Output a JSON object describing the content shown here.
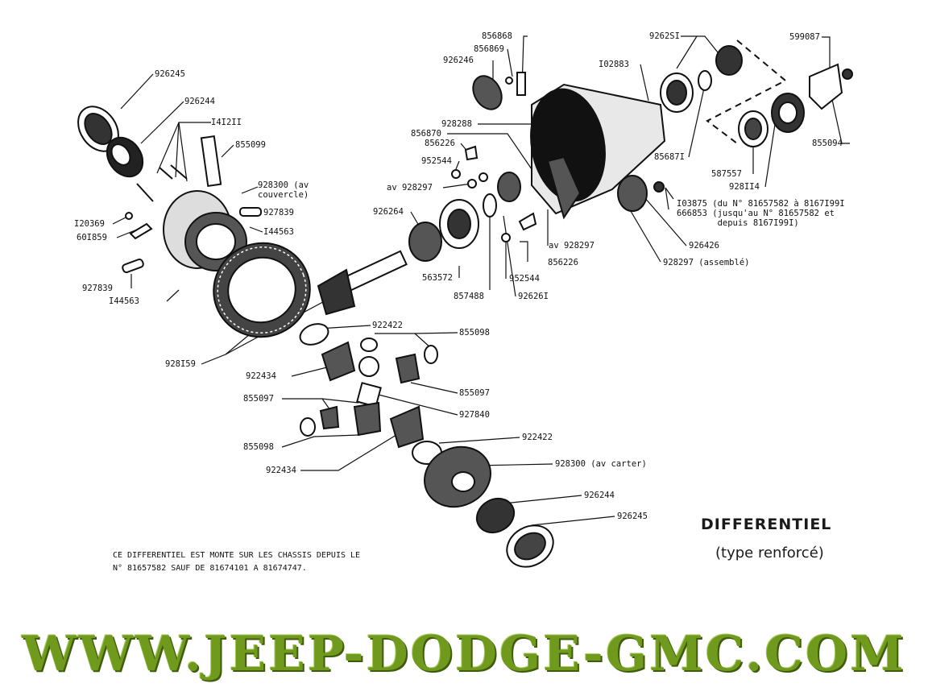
{
  "title": "DIFFERENTIEL",
  "subtitle": "(type renforcé)",
  "note_lines": [
    "CE DIFFERENTIEL EST MONTE SUR LES CHASSIS DEPUIS LE",
    "N° 81657582 SAUF DE 81674101 A 81674747."
  ],
  "banner": "WWW.JEEP-DODGE-GMC.COM",
  "colors": {
    "banner": "#6f9a1e",
    "ink": "#111111"
  },
  "labels": {
    "l926245a": "926245",
    "l926244a": "926244",
    "l141211": "I4I2II",
    "l855099": "855099",
    "l928300cov": "928300 (av\ncouvercle)",
    "l120369": "I20369",
    "l601859": "60I859",
    "l927839a": "927839",
    "l144563a": "I44563",
    "l927839b": "927839",
    "l144563b": "I44563",
    "l928159": "928I59",
    "l922422a": "922422",
    "l855098a": "855098",
    "l922434a": "922434",
    "l855097a": "855097",
    "l855097b": "855097",
    "l927840": "927840",
    "l855098b": "855098",
    "l922434b": "922434",
    "l922422b": "922422",
    "l928300cart": "928300 (av carter)",
    "l926244b": "926244",
    "l926245b": "926245",
    "l856868": "856868",
    "l856869": "856869",
    "l926246": "926246",
    "l928288": "928288",
    "l856870": "856870",
    "l856226a": "856226",
    "l952544a": "952544",
    "l928297av": "av 928297",
    "l926264": "926264",
    "l563572": "563572",
    "l857488": "857488",
    "l926261": "92626I",
    "l952544b": "952544",
    "l856226b": "856226",
    "l928297av2": "av 928297",
    "l928297ass": "928297 (assemblé)",
    "l926426": "926426",
    "l103875": "I03875 (du N° 81657582 à 8167I99I\n666853 (jusqu'au N° 81657582 et\n        depuis 8167I99I)",
    "l102883": "I02883",
    "l926251": "9262SI",
    "l599087": "599087",
    "l855094": "855094",
    "l856871": "85687I",
    "l587557": "587557",
    "l928114": "928II4"
  }
}
